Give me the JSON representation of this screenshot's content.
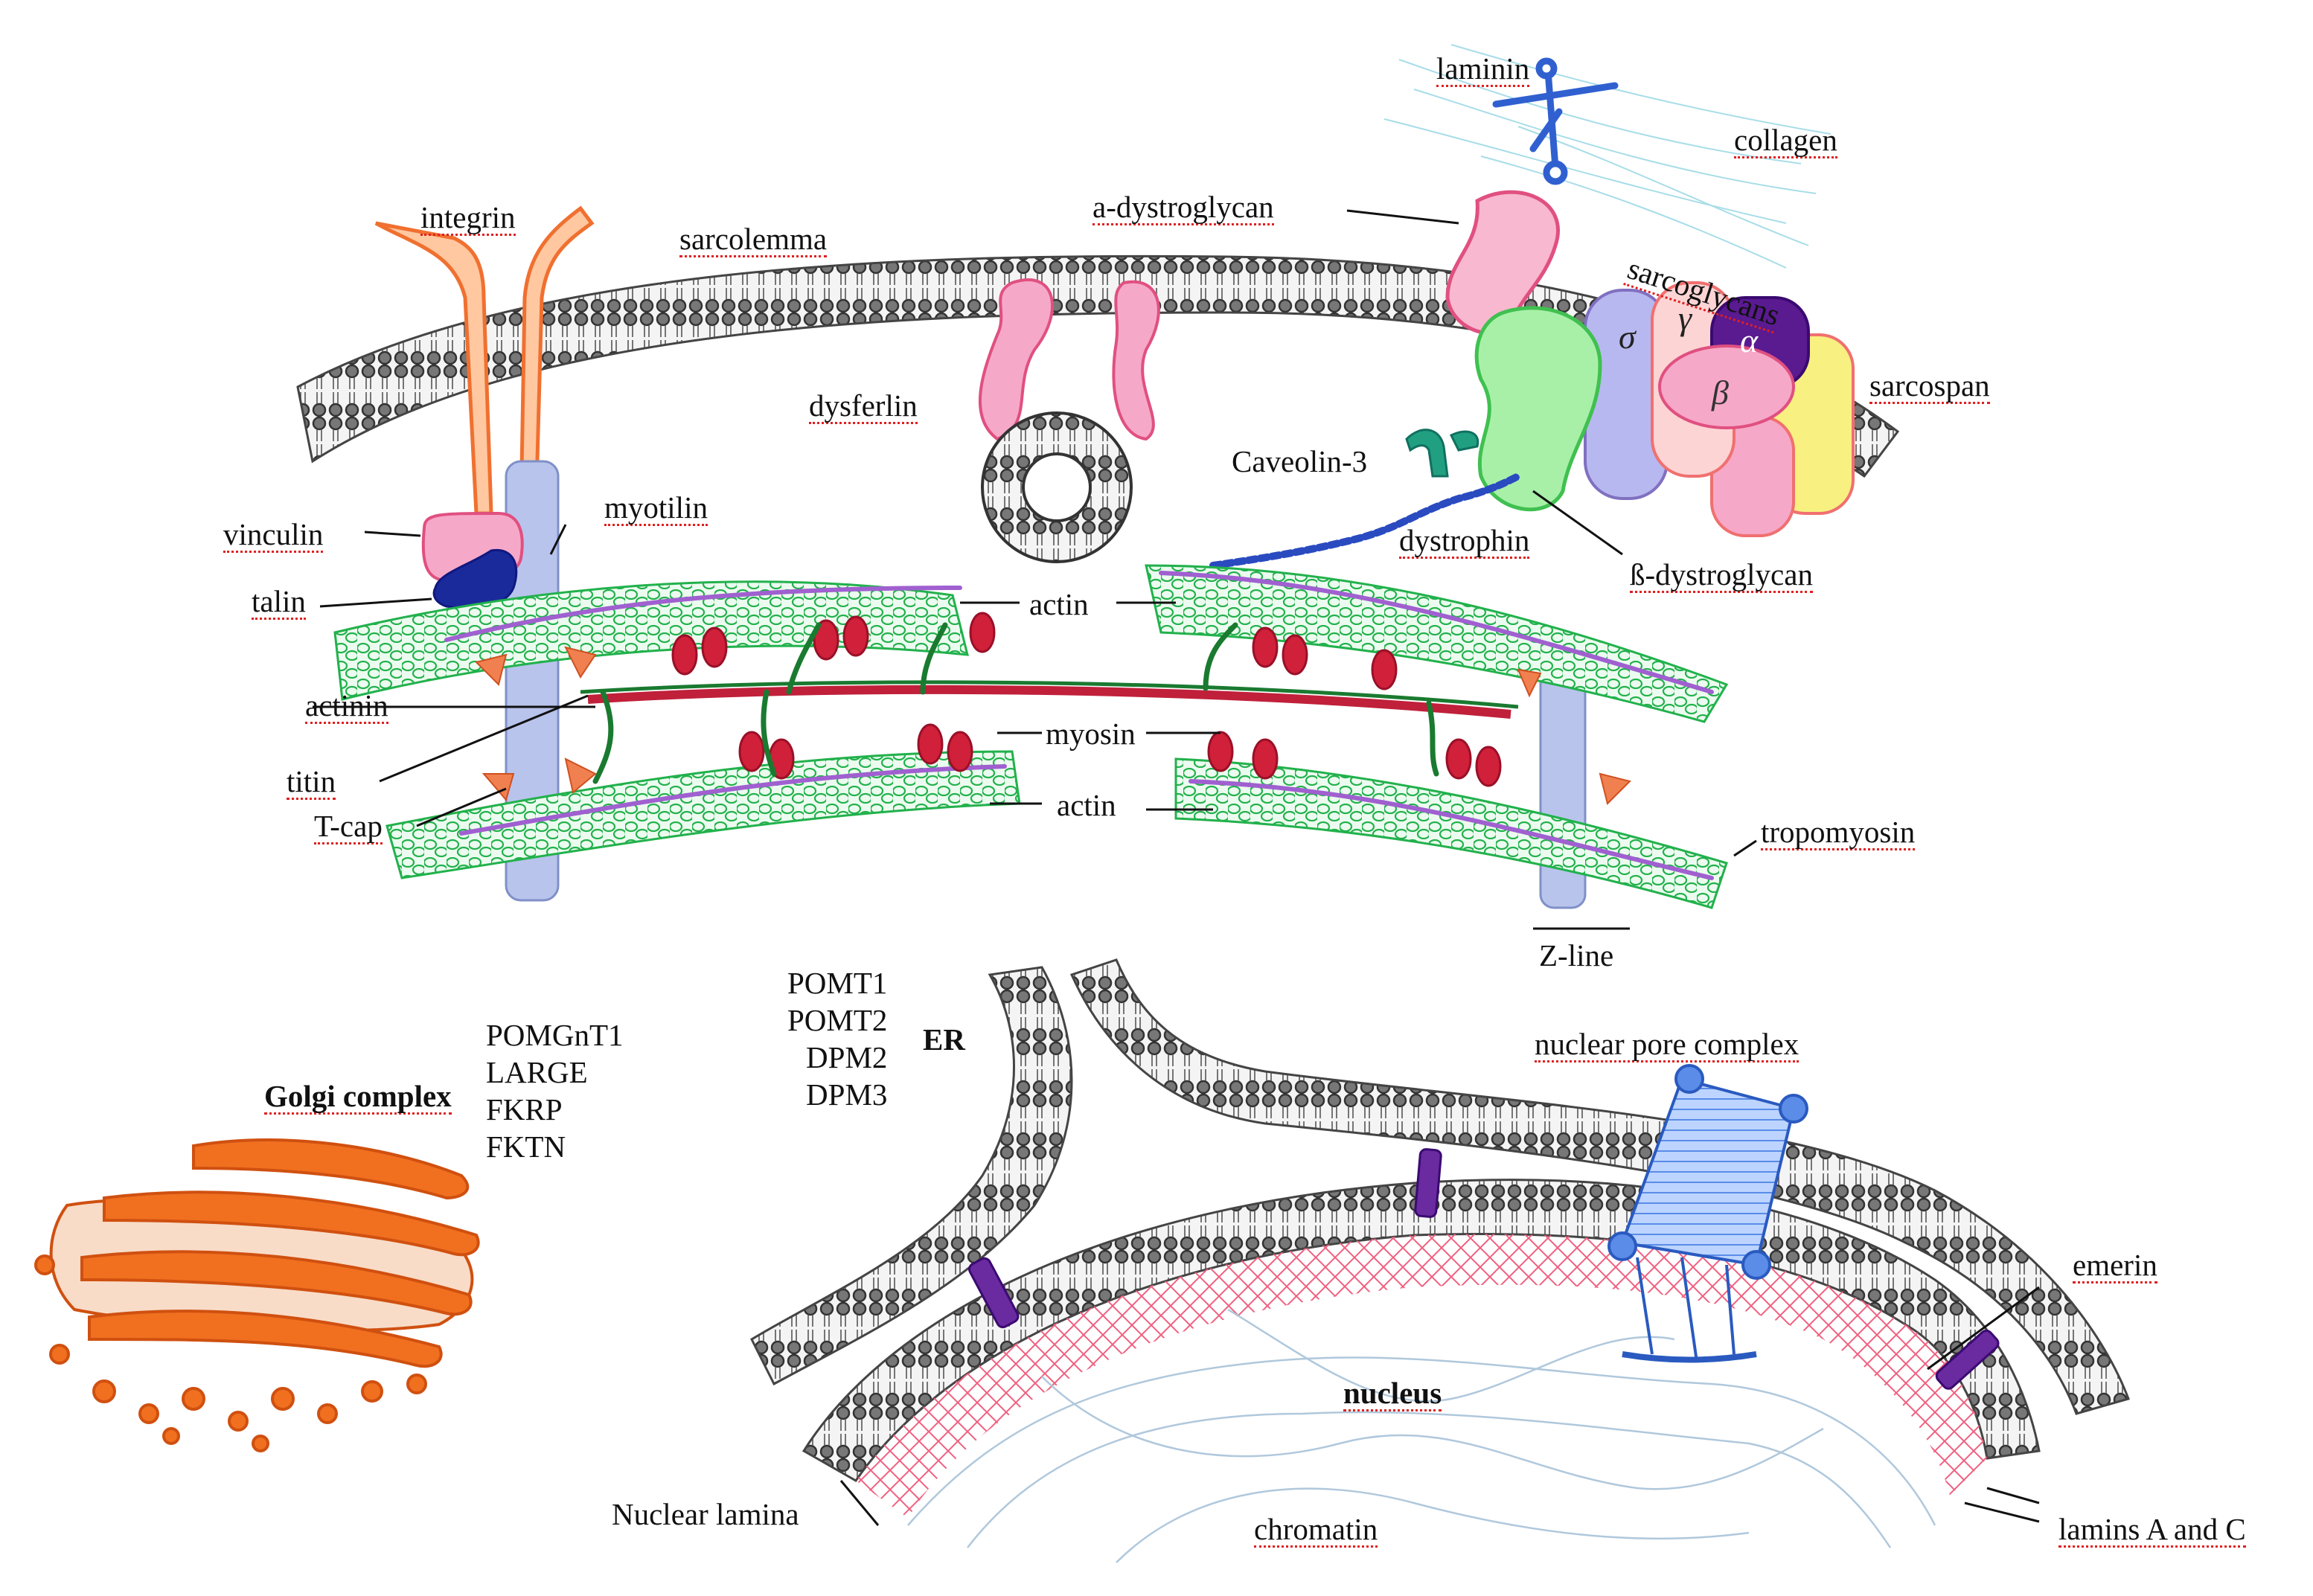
{
  "labels": {
    "laminin": "laminin",
    "collagen": "collagen",
    "a_dystroglycan": "a-dystroglycan",
    "sarcoglycans": "sarcoglycans",
    "integrin": "integrin",
    "sarcolemma": "sarcolemma",
    "dysferlin": "dysferlin",
    "sarcospan": "sarcospan",
    "caveolin3": "Caveolin-3",
    "vinculin": "vinculin",
    "myotilin": "myotilin",
    "dystrophin": "dystrophin",
    "b_dystroglycan": "ß-dystroglycan",
    "talin": "talin",
    "actin_top": "actin",
    "actinin": "actinin",
    "myosin": "myosin",
    "titin": "titin",
    "actin_bottom": "actin",
    "tcap": "T-cap",
    "tropomyosin": "tropomyosin",
    "zline": "Z-line",
    "er_enzymes": "POMT1\nPOMT2\nDPM2\nDPM3",
    "er": "ER",
    "golgi_enzymes": "POMGnT1\nLARGE\nFKRP\nFKTN",
    "golgi": "Golgi complex",
    "nuclear_pore_complex": "nuclear pore complex",
    "emerin": "emerin",
    "nucleus": "nucleus",
    "nuclear_lamina": "Nuclear lamina",
    "chromatin": "chromatin",
    "lamins": "lamins A and C"
  },
  "greek": {
    "sigma": "σ",
    "gamma": "γ",
    "alpha": "α",
    "beta": "β"
  },
  "colors": {
    "membrane": "#555555",
    "actin": "#22b14c",
    "myosin": "#d0203a",
    "tropomyosin": "#a060d0",
    "pink": "#f6a8c8",
    "golgi": "#f07020",
    "pore": "#5a8ce8",
    "lamina": "#f06080",
    "emerin": "#6a2aa0",
    "zline": "#b8c4ec"
  }
}
